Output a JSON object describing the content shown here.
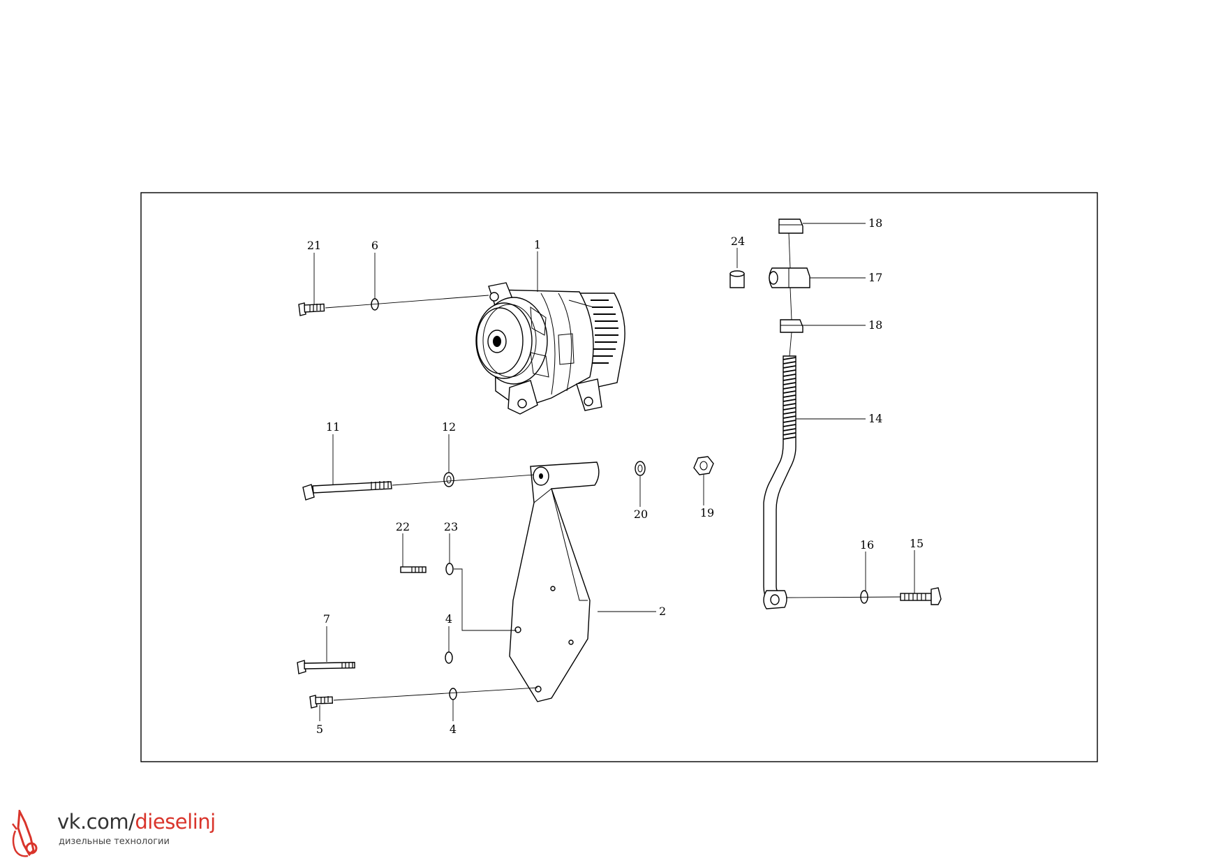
{
  "callouts": {
    "c1": "1",
    "c2": "2",
    "c4a": "4",
    "c4b": "4",
    "c5": "5",
    "c6": "6",
    "c7": "7",
    "c11": "11",
    "c12": "12",
    "c14": "14",
    "c15": "15",
    "c16": "16",
    "c17": "17",
    "c18a": "18",
    "c18b": "18",
    "c19": "19",
    "c20": "20",
    "c21": "21",
    "c22": "22",
    "c23": "23",
    "c24": "24"
  },
  "watermark": {
    "url_prefix": "vk.com/",
    "url_handle": "dieselinj",
    "subtitle": "дизельные технологии",
    "accent_color": "#d9342b"
  }
}
